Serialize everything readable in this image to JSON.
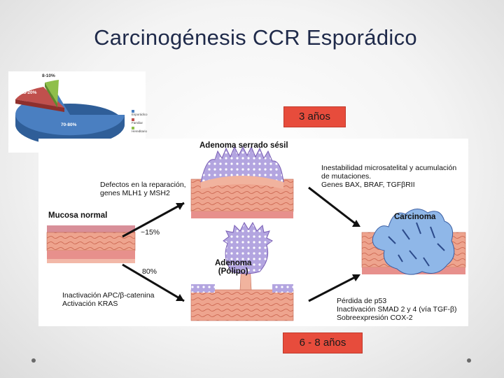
{
  "slide": {
    "title": "Carcinogénesis CCR Esporádico"
  },
  "pie": {
    "slices": [
      {
        "label": "70-80%",
        "legend": "Esporádico",
        "color": "#4a7fc1"
      },
      {
        "label": "15-20%",
        "legend": "Familiar",
        "color": "#c0504d"
      },
      {
        "label": "8-10%",
        "legend": "Hereditario",
        "color": "#8fbf4a"
      }
    ]
  },
  "badges": {
    "top": "3 años",
    "bottom": "6 - 8 años"
  },
  "diagram": {
    "mucosa_label": "Mucosa normal",
    "serrated_label": "Adenoma serrado sésil",
    "adenoma_label_1": "Adenoma",
    "adenoma_label_2": "(Pólipo)",
    "carcinoma_label": "Carcinoma",
    "repair_line1": "Defectos en la reparación,",
    "repair_line2": "genes MLH1 y MSH2",
    "pct_serrated": "~15%",
    "pct_adenoma": "80%",
    "apc_line1": "Inactivación APC/β-catenina",
    "apc_line2": "Activación KRAS",
    "instab_line1": "Inestabilidad microsatelital y acumulación",
    "instab_line2": "de mutaciones.",
    "instab_line3": "Genes BAX, BRAF, TGFβRII",
    "p53_line1": "Pérdida de p53",
    "p53_line2": "Inactivación SMAD 2 y 4 (vía TGF-β)",
    "p53_line3": "Sobreexpresión COX-2"
  },
  "colors": {
    "accent_red": "#e74c3c",
    "title": "#1f2a4a",
    "tissue": "#e8a08a",
    "gland": "#8e7cc3"
  }
}
